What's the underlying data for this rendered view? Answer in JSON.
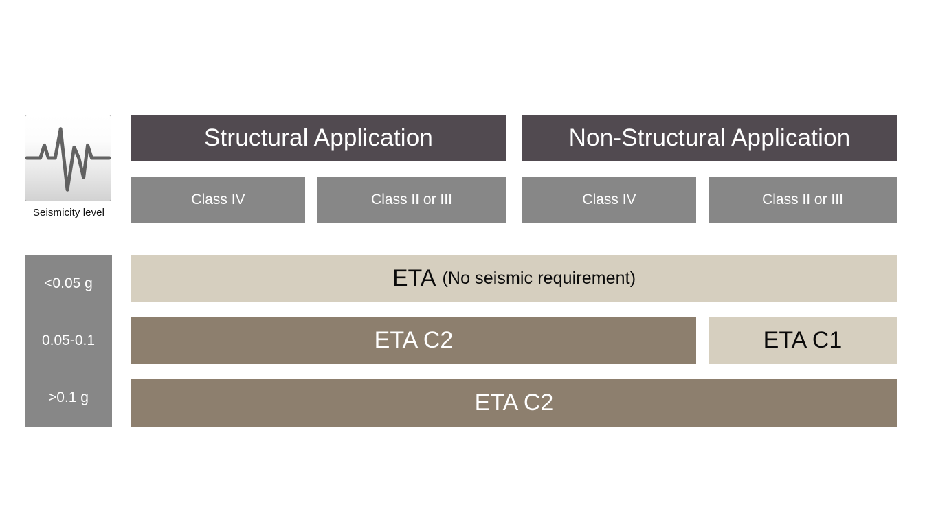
{
  "legend": {
    "icon_name": "seismogram-waveform-icon",
    "caption": "Seismicity level"
  },
  "columns": [
    {
      "id": "structural",
      "header": "Structural Application",
      "classes": [
        "Class IV",
        "Class II or III"
      ]
    },
    {
      "id": "non-structural",
      "header": "Non-Structural Application",
      "classes": [
        "Class IV",
        "Class II or III"
      ]
    }
  ],
  "seismicity_levels": [
    "<0.05 g",
    "0.05-0.1",
    ">0.1 g"
  ],
  "rows": [
    {
      "level": "<0.05 g",
      "cells": [
        {
          "label": "ETA",
          "sub_label": "(No seismic requirement)",
          "style": "light",
          "span": "all"
        }
      ]
    },
    {
      "level": "0.05-0.1",
      "cells": [
        {
          "label": "ETA C2",
          "sub_label": "",
          "style": "dark",
          "span": "first-three"
        },
        {
          "label": "ETA C1",
          "sub_label": "",
          "style": "light",
          "span": "last"
        }
      ]
    },
    {
      "level": ">0.1 g",
      "cells": [
        {
          "label": "ETA C2",
          "sub_label": "",
          "style": "dark",
          "span": "all"
        }
      ]
    }
  ],
  "colors": {
    "header_dark": "#514A50",
    "class_gray": "#878787",
    "eta_light_beige": "#D6CFBF",
    "eta_dark_brown": "#8D7F6E",
    "background": "#FFFFFF",
    "text_light": "#FFFFFF",
    "text_dark": "#0A0A0A"
  }
}
